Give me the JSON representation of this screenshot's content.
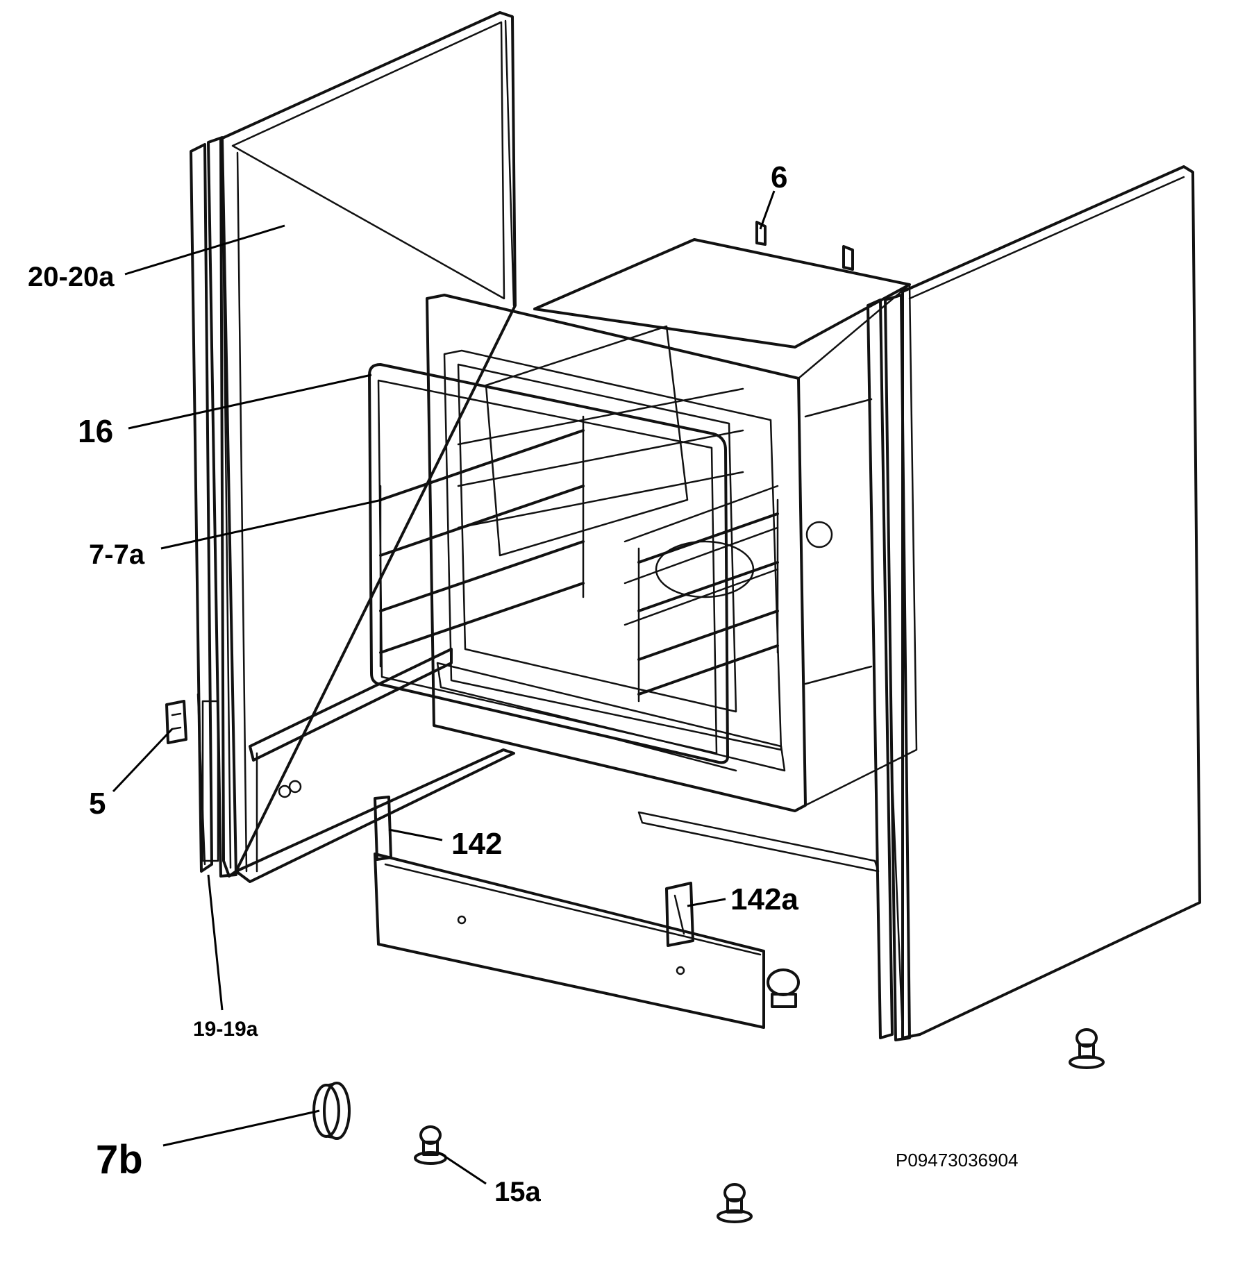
{
  "labels": {
    "l20_20a": "20-20a",
    "l6": "6",
    "l16": "16",
    "l7_7a": "7-7a",
    "l5": "5",
    "l142": "142",
    "l142a": "142a",
    "l19_19a": "19-19a",
    "l7b": "7b",
    "l15a": "15a"
  },
  "drawing_code": "P09473036904"
}
